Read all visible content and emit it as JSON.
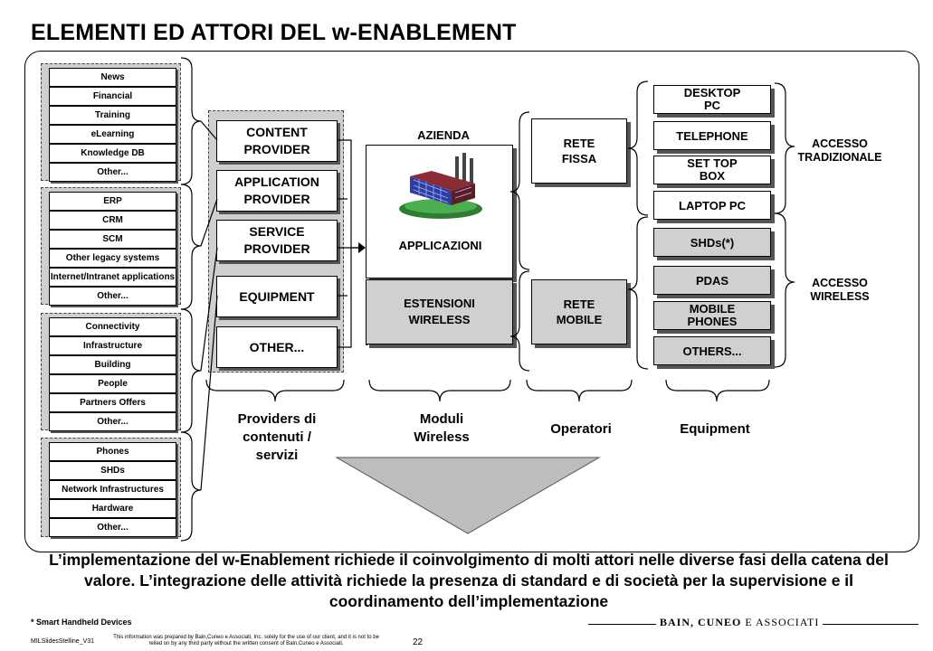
{
  "title": "ELEMENTI ED ATTORI DEL w-ENABLEMENT",
  "groups": [
    {
      "items": [
        "News",
        "Financial",
        "Training",
        "eLearning",
        "Knowledge DB",
        "Other..."
      ]
    },
    {
      "items": [
        "ERP",
        "CRM",
        "SCM",
        "Other legacy systems",
        "Internet/Intranet applications",
        "Other..."
      ]
    },
    {
      "items": [
        "Connectivity",
        "Infrastructure",
        "Building",
        "People",
        "Partners Offers",
        "Other..."
      ]
    },
    {
      "items": [
        "Phones",
        "SHDs",
        "Network Infrastructures",
        "Hardware",
        "Other..."
      ]
    }
  ],
  "providers": [
    "CONTENT PROVIDER",
    "APPLICATION PROVIDER",
    "SERVICE PROVIDER",
    "EQUIPMENT",
    "OTHER..."
  ],
  "azienda": {
    "label": "AZIENDA",
    "app": "APPLICAZIONI",
    "ext": "ESTENSIONI WIRELESS"
  },
  "reti": {
    "fissa": "RETE FISSA",
    "mobile": "RETE MOBILE"
  },
  "equipment_trad": [
    "DESKTOP PC",
    "TELEPHONE",
    "SET TOP BOX",
    "LAPTOP PC"
  ],
  "equipment_wireless": [
    "SHDs(*)",
    "PDAS",
    "MOBILE PHONES",
    "OTHERS..."
  ],
  "access": {
    "trad": "ACCESSO TRADIZIONALE",
    "wireless": "ACCESSO WIRELESS"
  },
  "columns": {
    "providers": "Providers di contenuti / servizi",
    "moduli": "Moduli Wireless",
    "operatori": "Operatori",
    "equipment": "Equipment"
  },
  "conclusion": "L’implementazione del w-Enablement richiede il coinvolgimento di molti attori nelle diverse fasi della catena del valore. L’integrazione delle attività richiede la presenza di standard e di società per la supervisione e il coordinamento dell’implementazione",
  "footnote": "* Smart Handheld Devices",
  "footer": {
    "slide_id": "MILSlidesStelline_V31",
    "disclaimer": "This information was prepared by Bain,Cuneo e Associati, Inc. solely for the use of our client, and it is not to be relied on by any third party without the written consent of Bain,Cuneo e Associati.",
    "page": "22",
    "brand_a": "BAIN, CUNEO",
    "brand_b": " E ASSOCIATI"
  },
  "colors": {
    "grey": "#d0d0d0",
    "shadow": "#555555",
    "dark": "#000000"
  }
}
